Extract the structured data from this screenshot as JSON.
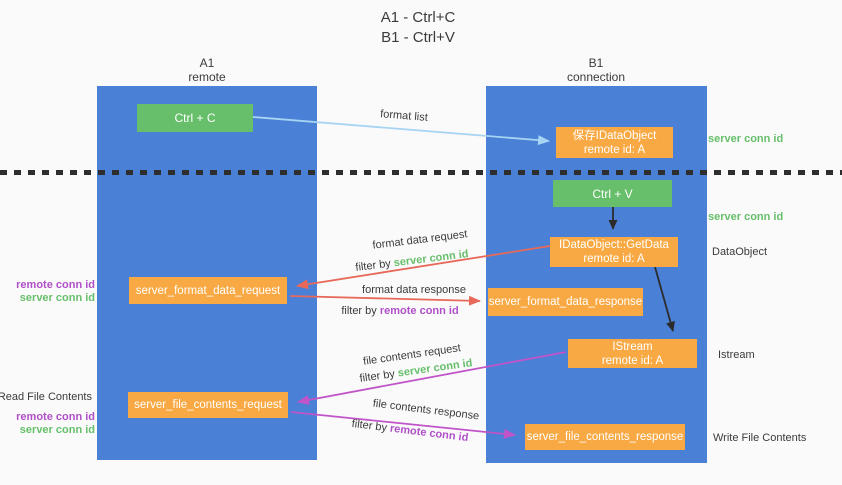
{
  "title": {
    "line1": "A1 - Ctrl+C",
    "line2": "B1 - Ctrl+V"
  },
  "lanes": {
    "left": {
      "id": "A1",
      "role": "remote"
    },
    "right": {
      "id": "B1",
      "role": "connection"
    }
  },
  "nodes": {
    "ctrl_c": "Ctrl + C",
    "ctrl_v": "Ctrl + V",
    "save_idataobject_line1": "保存IDataObject",
    "save_idataobject_line2": "remote id: A",
    "getdata_line1": "IDataObject::GetData",
    "getdata_line2": "remote id: A",
    "istream_line1": "IStream",
    "istream_line2": "remote id: A",
    "server_format_data_request": "server_format_data_request",
    "server_format_data_response": "server_format_data_response",
    "server_file_contents_request": "server_file_contents_request",
    "server_file_contents_response": "server_file_contents_response"
  },
  "arrow_labels": {
    "format_list": "format list",
    "format_data_request": "format data request",
    "format_data_response": "format data response",
    "file_contents_request": "file contents request",
    "file_contents_response": "file contents response",
    "filter_by": "filter by",
    "server_conn_id": "server conn id",
    "remote_conn_id": "remote conn id"
  },
  "side_labels": {
    "dataobject": "DataObject",
    "istream": "Istream",
    "write_file_contents": "Write File Contents",
    "read_file_contents": "Read File Contents"
  },
  "colors": {
    "lane_blue": "#4a80d6",
    "node_green": "#68bf6b",
    "node_orange": "#f8a943",
    "arrow_blue": "#a6d4f2",
    "arrow_red": "#e8695a",
    "arrow_magenta": "#c054c8",
    "arrow_black": "#2b2b2b",
    "text_green": "#67bf6b",
    "text_purple": "#b050c8",
    "text_dark": "#3b3b3b",
    "background": "#fafafa"
  }
}
